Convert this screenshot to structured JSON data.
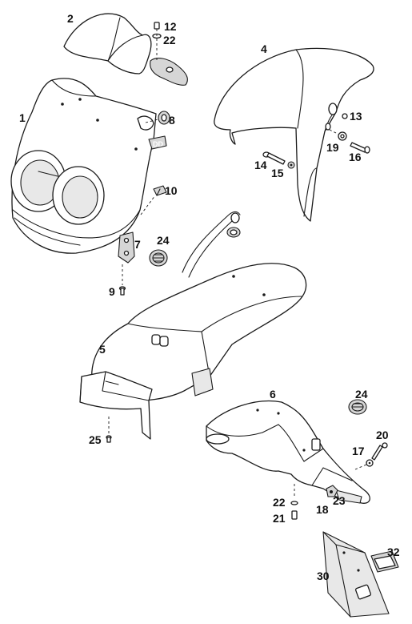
{
  "diagram": {
    "callouts": [
      {
        "id": "c1",
        "text": "1"
      },
      {
        "id": "c2",
        "text": "2"
      },
      {
        "id": "c4",
        "text": "4"
      },
      {
        "id": "c5",
        "text": "5"
      },
      {
        "id": "c6",
        "text": "6"
      },
      {
        "id": "c7",
        "text": "7"
      },
      {
        "id": "c8",
        "text": "8"
      },
      {
        "id": "c9",
        "text": "9"
      },
      {
        "id": "c10",
        "text": "10"
      },
      {
        "id": "c12",
        "text": "12"
      },
      {
        "id": "c13",
        "text": "13"
      },
      {
        "id": "c14",
        "text": "14"
      },
      {
        "id": "c15",
        "text": "15"
      },
      {
        "id": "c16",
        "text": "16"
      },
      {
        "id": "c17",
        "text": "17"
      },
      {
        "id": "c18",
        "text": "18"
      },
      {
        "id": "c19",
        "text": "19"
      },
      {
        "id": "c20",
        "text": "20"
      },
      {
        "id": "c21",
        "text": "21"
      },
      {
        "id": "c22a",
        "text": "22"
      },
      {
        "id": "c22b",
        "text": "22"
      },
      {
        "id": "c23",
        "text": "23"
      },
      {
        "id": "c24a",
        "text": "24"
      },
      {
        "id": "c24b",
        "text": "24"
      },
      {
        "id": "c25",
        "text": "25"
      },
      {
        "id": "c30",
        "text": "30"
      },
      {
        "id": "c32",
        "text": "32"
      }
    ]
  }
}
